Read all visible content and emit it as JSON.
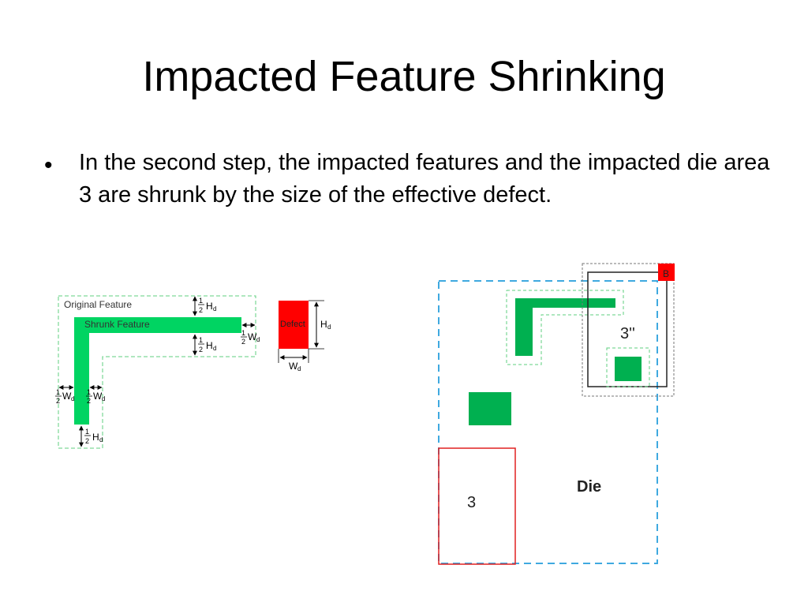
{
  "slide": {
    "title": "Impacted Feature Shrinking",
    "bullet": "In the second step, the impacted features and the impacted die area 3 are shrunk by the size of the effective defect."
  },
  "left_diagram": {
    "original_feature_label": "Original Feature",
    "shrunk_feature_label": "Shrunk Feature",
    "defect_label": "Defect",
    "half": "1",
    "half_den": "2",
    "H": "H",
    "W": "W",
    "sub_d": "d"
  },
  "right_diagram": {
    "area3_label": "3",
    "area3pp_label": "3''",
    "die_label": "Die",
    "defect_marker_label": "B"
  },
  "colors": {
    "feature_green": "#00d462",
    "shape_green": "#00b050",
    "defect_red": "#ff0000",
    "die_blue": "#3fa9e0",
    "area_red": "#e02020",
    "dash_green": "#5fcf7f",
    "dash_gray": "#777777"
  }
}
